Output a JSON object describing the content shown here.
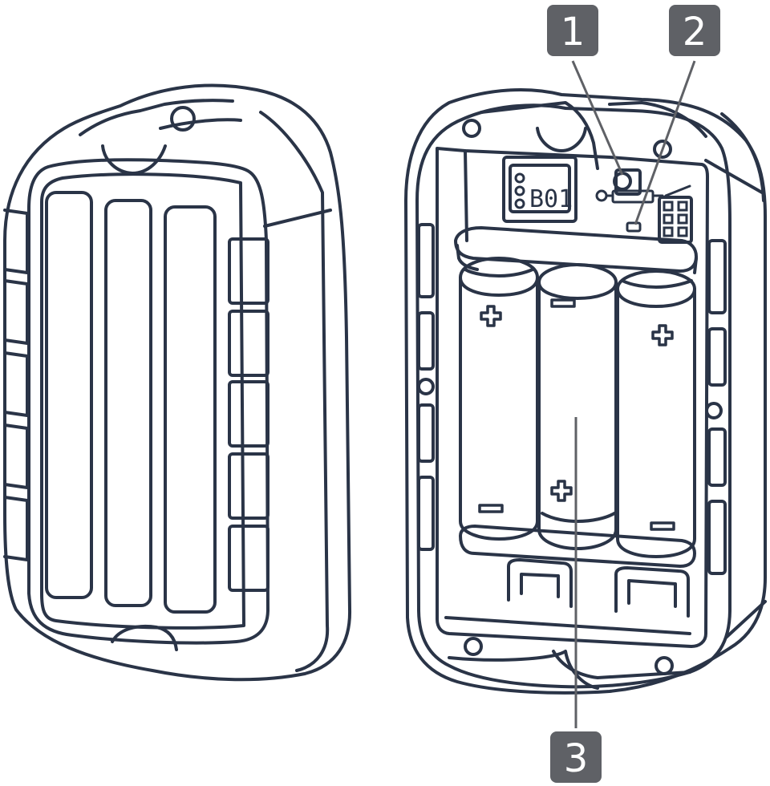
{
  "callouts": [
    {
      "id": "1",
      "label": "1"
    },
    {
      "id": "2",
      "label": "2"
    },
    {
      "id": "3",
      "label": "3"
    }
  ],
  "pcb_marking": "B01",
  "battery_marks": {
    "plus": "+",
    "minus": "−"
  },
  "colors": {
    "line": "#2a3447",
    "badge": "#5f6166",
    "background": "#ffffff"
  }
}
